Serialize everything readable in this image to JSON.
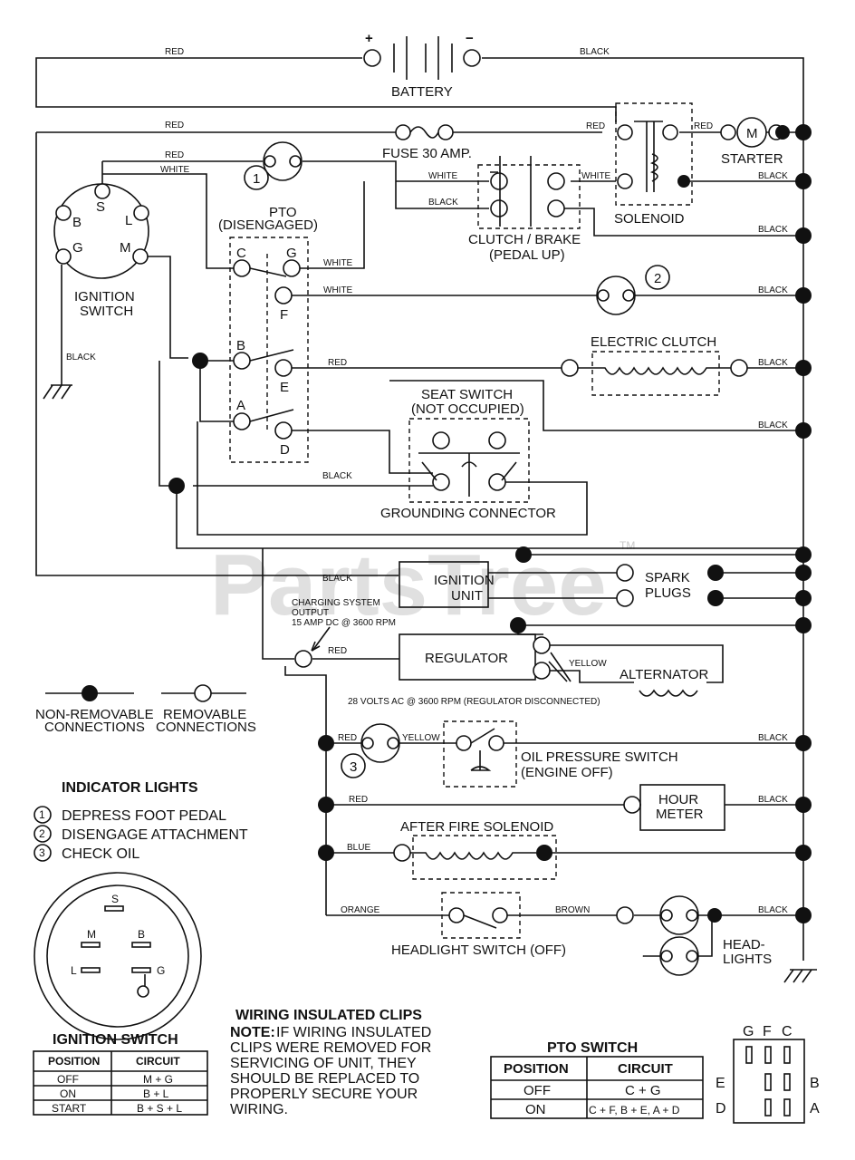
{
  "watermark": {
    "text": "PartsTree",
    "trademark": "TM"
  },
  "battery": {
    "label": "BATTERY",
    "plus": "+",
    "minus": "−"
  },
  "starter": {
    "label": "STARTER",
    "motor": "M"
  },
  "fuse": {
    "label": "FUSE 30 AMP."
  },
  "solenoid": {
    "label": "SOLENOID"
  },
  "clutch_brake": {
    "line1": "CLUTCH / BRAKE",
    "line2": "(PEDAL UP)"
  },
  "ignition_switch": {
    "line1": "IGNITION",
    "line2": "SWITCH",
    "terminals": {
      "b": "B",
      "s": "S",
      "l": "L",
      "g": "G",
      "m": "M"
    }
  },
  "pto": {
    "line1": "PTO",
    "line2": "(DISENGAGED)",
    "terminals": {
      "c": "C",
      "g": "G",
      "f": "F",
      "b": "B",
      "e": "E",
      "a": "A",
      "d": "D"
    }
  },
  "electric_clutch": {
    "label": "ELECTRIC CLUTCH"
  },
  "seat_switch": {
    "line1": "SEAT SWITCH",
    "line2": "(NOT OCCUPIED)"
  },
  "grounding_connector": {
    "label": "GROUNDING CONNECTOR"
  },
  "ignition_unit": {
    "line1": "IGNITION",
    "line2": "UNIT"
  },
  "spark_plugs": {
    "line1": "SPARK",
    "line2": "PLUGS"
  },
  "charging": {
    "line1": "CHARGING SYSTEM",
    "line2": "OUTPUT",
    "line3": "15 AMP DC @ 3600 RPM"
  },
  "regulator": {
    "label": "REGULATOR"
  },
  "alternator": {
    "label": "ALTERNATOR",
    "note": "28 VOLTS AC @ 3600 RPM (REGULATOR DISCONNECTED)"
  },
  "oil_pressure": {
    "line1": "OIL PRESSURE SWITCH",
    "line2": "(ENGINE OFF)"
  },
  "hour_meter": {
    "line1": "HOUR",
    "line2": "METER"
  },
  "after_fire": {
    "label": "AFTER FIRE SOLENOID"
  },
  "headlight_switch": {
    "label": "HEADLIGHT SWITCH (OFF)"
  },
  "headlights": {
    "line1": "HEAD-",
    "line2": "LIGHTS"
  },
  "wires": {
    "red": "RED",
    "black": "BLACK",
    "white": "WHITE",
    "yellow": "YELLOW",
    "blue": "BLUE",
    "orange": "ORANGE",
    "brown": "BROWN"
  },
  "legend": {
    "non_removable_1": "NON-REMOVABLE",
    "non_removable_2": "CONNECTIONS",
    "removable_1": "REMOVABLE",
    "removable_2": "CONNECTIONS"
  },
  "indicator_lights": {
    "title": "INDICATOR LIGHTS",
    "items": [
      {
        "num": "1",
        "text": "DEPRESS FOOT PEDAL"
      },
      {
        "num": "2",
        "text": "DISENGAGE ATTACHMENT"
      },
      {
        "num": "3",
        "text": "CHECK OIL"
      }
    ]
  },
  "circles": {
    "one": "1",
    "two": "2",
    "three": "3"
  },
  "ignition_table": {
    "title": "IGNITION SWITCH",
    "headers": [
      "POSITION",
      "CIRCUIT"
    ],
    "rows": [
      [
        "OFF",
        "M + G"
      ],
      [
        "ON",
        "B + L"
      ],
      [
        "START",
        "B + S + L"
      ]
    ]
  },
  "pto_table": {
    "title": "PTO SWITCH",
    "headers": [
      "POSITION",
      "CIRCUIT"
    ],
    "rows": [
      [
        "OFF",
        "C + G"
      ],
      [
        "ON",
        "C + F, B + E, A + D"
      ]
    ]
  },
  "pto_diagram": {
    "top": [
      "G",
      "F",
      "C"
    ],
    "left": [
      "E",
      "D"
    ],
    "right": [
      "B",
      "A"
    ]
  },
  "clips_note": {
    "title": "WIRING INSULATED CLIPS",
    "note_label": "NOTE:",
    "lines": [
      "IF WIRING INSULATED",
      "CLIPS WERE REMOVED FOR",
      "SERVICING OF UNIT, THEY",
      "SHOULD BE REPLACED TO",
      "PROPERLY SECURE YOUR",
      "WIRING."
    ]
  }
}
